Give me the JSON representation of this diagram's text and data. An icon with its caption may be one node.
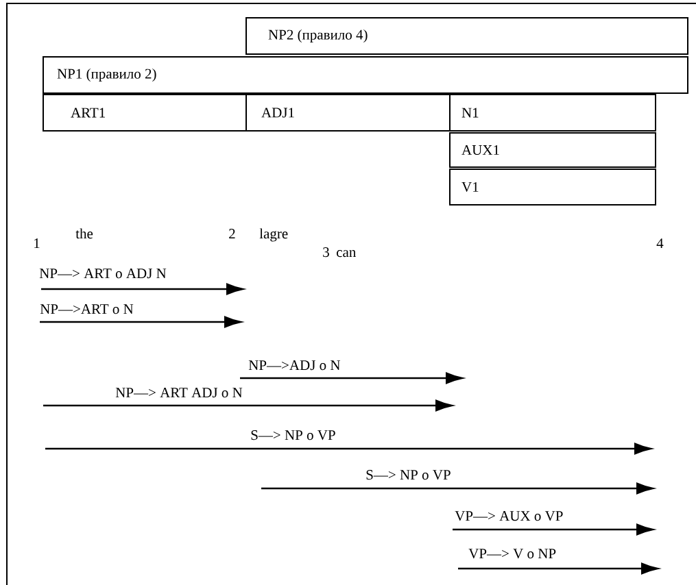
{
  "diagram": {
    "nodes": [
      {
        "text": [
          "NP2 (правило 4)"
        ]
      },
      {
        "text": [
          "NP1 (правило 2)"
        ]
      },
      {
        "text": [
          "ART1"
        ]
      },
      {
        "text": [
          "ADJ1"
        ]
      },
      {
        "text": [
          "N1"
        ]
      },
      {
        "text": [
          "AUX1"
        ]
      },
      {
        "text": [
          "V1"
        ]
      }
    ],
    "labels": [
      "1",
      "the",
      "2",
      "lagre",
      "3",
      "can",
      "4",
      "NP—> ART o ADJ N",
      "NP—>ART o N",
      "NP—>ADJ o N",
      "NP—> ART ADJ o N",
      "S—> NP o VP",
      "S—> NP o VP",
      "VP—> AUX o VP",
      "VP—> V o NP"
    ]
  }
}
